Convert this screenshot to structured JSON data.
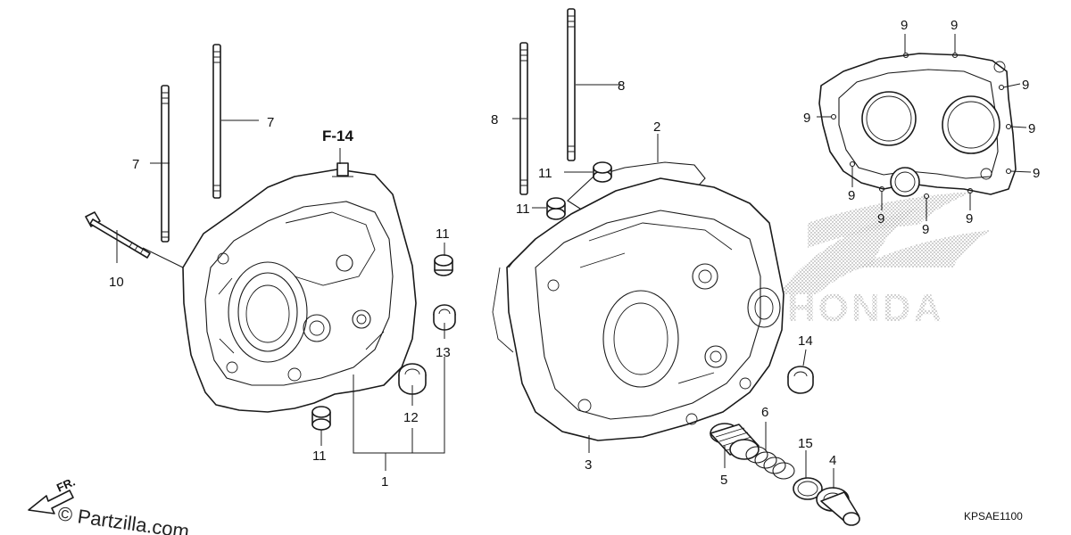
{
  "diagram": {
    "reference_label": "F-14",
    "drawing_code": "KPSAE1100",
    "watermark": "© Partzilla.com",
    "direction_label": "FR.",
    "brand_mark": "HONDA",
    "callouts": {
      "c1": "1",
      "c2": "2",
      "c3": "3",
      "c4": "4",
      "c5": "5",
      "c6": "6",
      "c7a": "7",
      "c7b": "7",
      "c8a": "8",
      "c8b": "8",
      "c9a": "9",
      "c9b": "9",
      "c9c": "9",
      "c9d": "9",
      "c9e": "9",
      "c9f": "9",
      "c9g": "9",
      "c9h": "9",
      "c9i": "9",
      "c9j": "9",
      "c10": "10",
      "c11a": "11",
      "c11b": "11",
      "c11c": "11",
      "c11d": "11",
      "c12": "12",
      "c13": "13",
      "c14": "14",
      "c15": "15"
    }
  }
}
